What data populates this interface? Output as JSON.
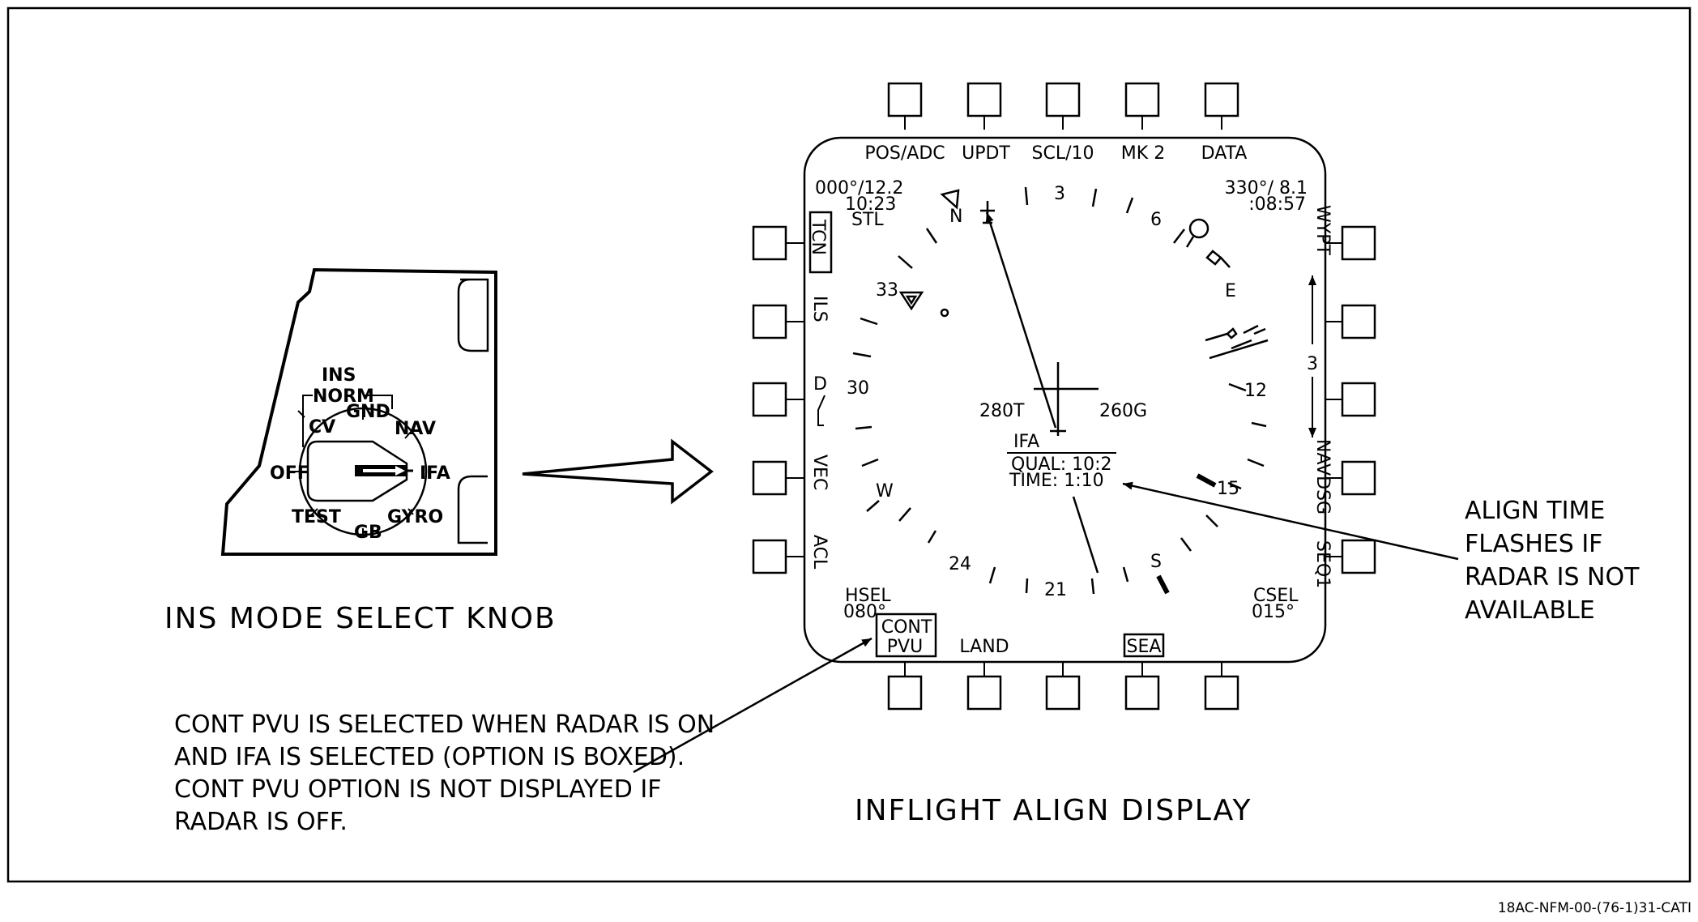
{
  "knob": {
    "heading": "INS",
    "norm": "NORM",
    "positions": {
      "cv": "CV",
      "gnd": "GND",
      "nav": "NAV",
      "off": "OFF",
      "ifa": "IFA",
      "test": "TEST",
      "gb": "GB",
      "gyro": "GYRO"
    },
    "title": "INS MODE SELECT KNOB"
  },
  "display": {
    "title": "INFLIGHT ALIGN DISPLAY",
    "top_buttons": [
      "POS/ADC",
      "UPDT",
      "SCL/10",
      "MK 2",
      "DATA"
    ],
    "bottom_buttons": {
      "cont": "CONT",
      "pvu": "PVU",
      "land": "LAND",
      "sea": "SEA"
    },
    "left_options": {
      "tcn": "TCN",
      "ils": "ILS",
      "d": "D",
      "vec": "VEC",
      "acl": "ACL"
    },
    "right_options": {
      "wypt": "WYPT",
      "seq_value": "3",
      "navdsg": "NAVDSG",
      "seq1": "SEQ1"
    },
    "top_left_readout": [
      "000°/12.2",
      "10:23",
      "STL"
    ],
    "top_right_readout": [
      "330°/ 8.1",
      ":08:57"
    ],
    "hsel": {
      "label": "HSEL",
      "value": "080°"
    },
    "csel": {
      "label": "CSEL",
      "value": "015°"
    },
    "compass": {
      "n": "N",
      "e": "E",
      "s": "S",
      "w": "W",
      "3": "3",
      "6": "6",
      "12": "12",
      "15": "15",
      "21": "21",
      "24": "24",
      "30": "30",
      "33": "33"
    },
    "center": {
      "true_speed": "280T",
      "ground_speed": "260G",
      "ifa": "IFA",
      "qual": "QUAL: 10:2",
      "time": "TIME: 1:10"
    }
  },
  "notes": {
    "align_time": [
      "ALIGN TIME",
      "FLASHES IF",
      "RADAR IS NOT",
      "AVAILABLE"
    ],
    "cont_pvu": [
      "CONT PVU IS SELECTED WHEN RADAR IS ON",
      "AND IFA IS SELECTED (OPTION IS BOXED).",
      "CONT PVU OPTION IS NOT DISPLAYED IF",
      "RADAR IS OFF."
    ]
  },
  "figure_id": "18AC-NFM-00-(76-1)31-CATI"
}
